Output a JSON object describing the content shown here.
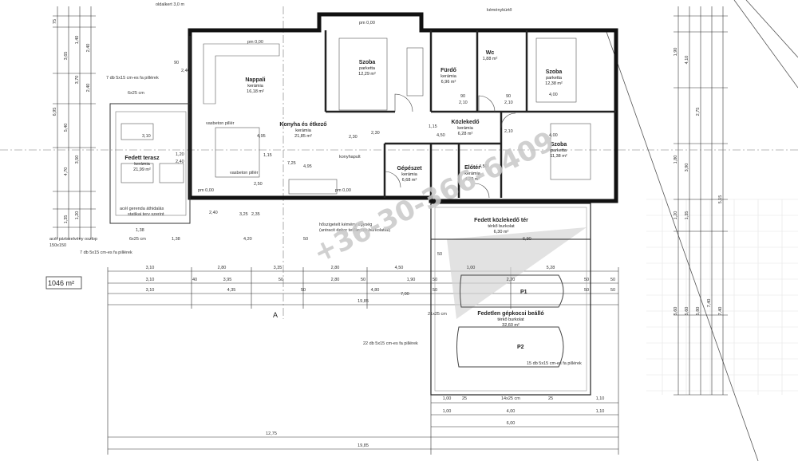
{
  "rooms": {
    "nappali": {
      "name": "Nappali",
      "floor": "kerámia",
      "area": "16,18 m²"
    },
    "szoba1": {
      "name": "Szoba",
      "floor": "parketta",
      "area": "12,29 m²"
    },
    "furdo": {
      "name": "Fürdő",
      "floor": "kerámia",
      "area": "6,96 m²"
    },
    "wc": {
      "name": "Wc",
      "floor": "",
      "area": "1,88 m²"
    },
    "szoba2": {
      "name": "Szoba",
      "floor": "parketta",
      "area": "12,38 m²"
    },
    "konyha": {
      "name": "Konyha és étkező",
      "floor": "kerámia",
      "area": "21,85 m²"
    },
    "kozlekedo": {
      "name": "Közlekedő",
      "floor": "kerámia",
      "area": "6,28 m²"
    },
    "szoba3": {
      "name": "Szoba",
      "floor": "parketta",
      "area": "11,38 m²"
    },
    "gepeszet": {
      "name": "Gépészet",
      "floor": "kerámia",
      "area": "6,68 m²"
    },
    "eloter": {
      "name": "Előtér",
      "floor": "kerámia",
      "area": "4,29 m²"
    },
    "terasz": {
      "name": "Fedett terasz",
      "floor": "kerámia",
      "area": "21,99 m²"
    },
    "kozlekedo_ter": {
      "name": "Fedett közlekedő tér",
      "floor": "térkő burkolat",
      "area": "6,30 m²"
    },
    "beallo": {
      "name": "Fedetlen gépkocsi beálló",
      "floor": "térkő burkolat",
      "area": "32,60 m²"
    }
  },
  "notes": {
    "oldalkert": "oldalkert 3,0 m",
    "pm": "pm 0,00",
    "pillars_7db": "7 db 5x15 cm-es fa pillérek",
    "pillars_22db": "22 db 5x15 cm-es fa pillérek",
    "pillars_15db": "15 db 5x15 cm-es fa pillérek",
    "vasbeton1": "vasbeton pillér",
    "vasbeton2": "vasbeton pillér",
    "acel": "acél gerenda áthidalás",
    "statikai": "statikai terv szerint",
    "acel_pillar": "acél pártszelvény oszlop",
    "acel_pillar_size": "150x150",
    "kemeny1": "kéménykürtő",
    "hoszig": "hőszigetelt kémény egység",
    "antracit": "(antracit dekor tetőlemez burkolattal)",
    "konyhapult": "konyhapult",
    "gepkocsi": "gépkocsi",
    "lines_6x25": "6x25 cm",
    "lines_14x25": "14x25 cm",
    "lot_area": "1046 m²",
    "section_mark": "A",
    "car_p1": "P1",
    "car_p2": "P2"
  },
  "watermark": "+36-30-366-6409",
  "dims_top": [
    "3,10",
    "2,80",
    "3,35",
    "2,80",
    "4,50",
    "1,00",
    "5,28"
  ],
  "dims_row2": [
    "3,10",
    "40",
    "3,95",
    "50",
    "2,80",
    "50",
    "1,90",
    "50",
    "2,20",
    "50",
    "50"
  ],
  "dims_row3": [
    "3,10",
    "4,35",
    "50",
    "4,80",
    "50",
    "50",
    "50"
  ],
  "dims_total_mid": "19,85",
  "dims_bottom": [
    "1,00",
    "25",
    "14x25 cm",
    "25",
    "1,10"
  ],
  "dims_bottom2": [
    "1,00",
    "4,00",
    "1,10"
  ],
  "dims_bottom3": [
    "6,00"
  ],
  "dims_bottom_total1": "12,75",
  "dims_bottom_total2": "19,85",
  "dims_left": [
    "75",
    "3,65",
    "1,40",
    "2,40",
    "3,70",
    "2,40",
    "6,95",
    "5,40",
    "3,50",
    "4,70",
    "1,20",
    "1,35"
  ],
  "dims_right": [
    "1,90",
    "4,10",
    "2,75",
    "1,80",
    "3,90",
    "1,20",
    "1,35",
    "5,15",
    "5,60",
    "5,60",
    "5,80",
    "7,40",
    "7,40"
  ],
  "interior_dims": [
    "2,40",
    "2,10",
    "2,10",
    "90",
    "90",
    "2,30",
    "2,30",
    "4,50",
    "1,15",
    "4,00",
    "4,00",
    "1,20",
    "2,40",
    "2,10",
    "3,10",
    "4,95",
    "1,15",
    "2,40",
    "3,25",
    "2,35",
    "2,50",
    "7,25",
    "4,95",
    "1,38",
    "4,20",
    "50",
    "6,90",
    "21x25 cm",
    "50",
    "7,00",
    "4,50",
    "1,38",
    "90"
  ]
}
